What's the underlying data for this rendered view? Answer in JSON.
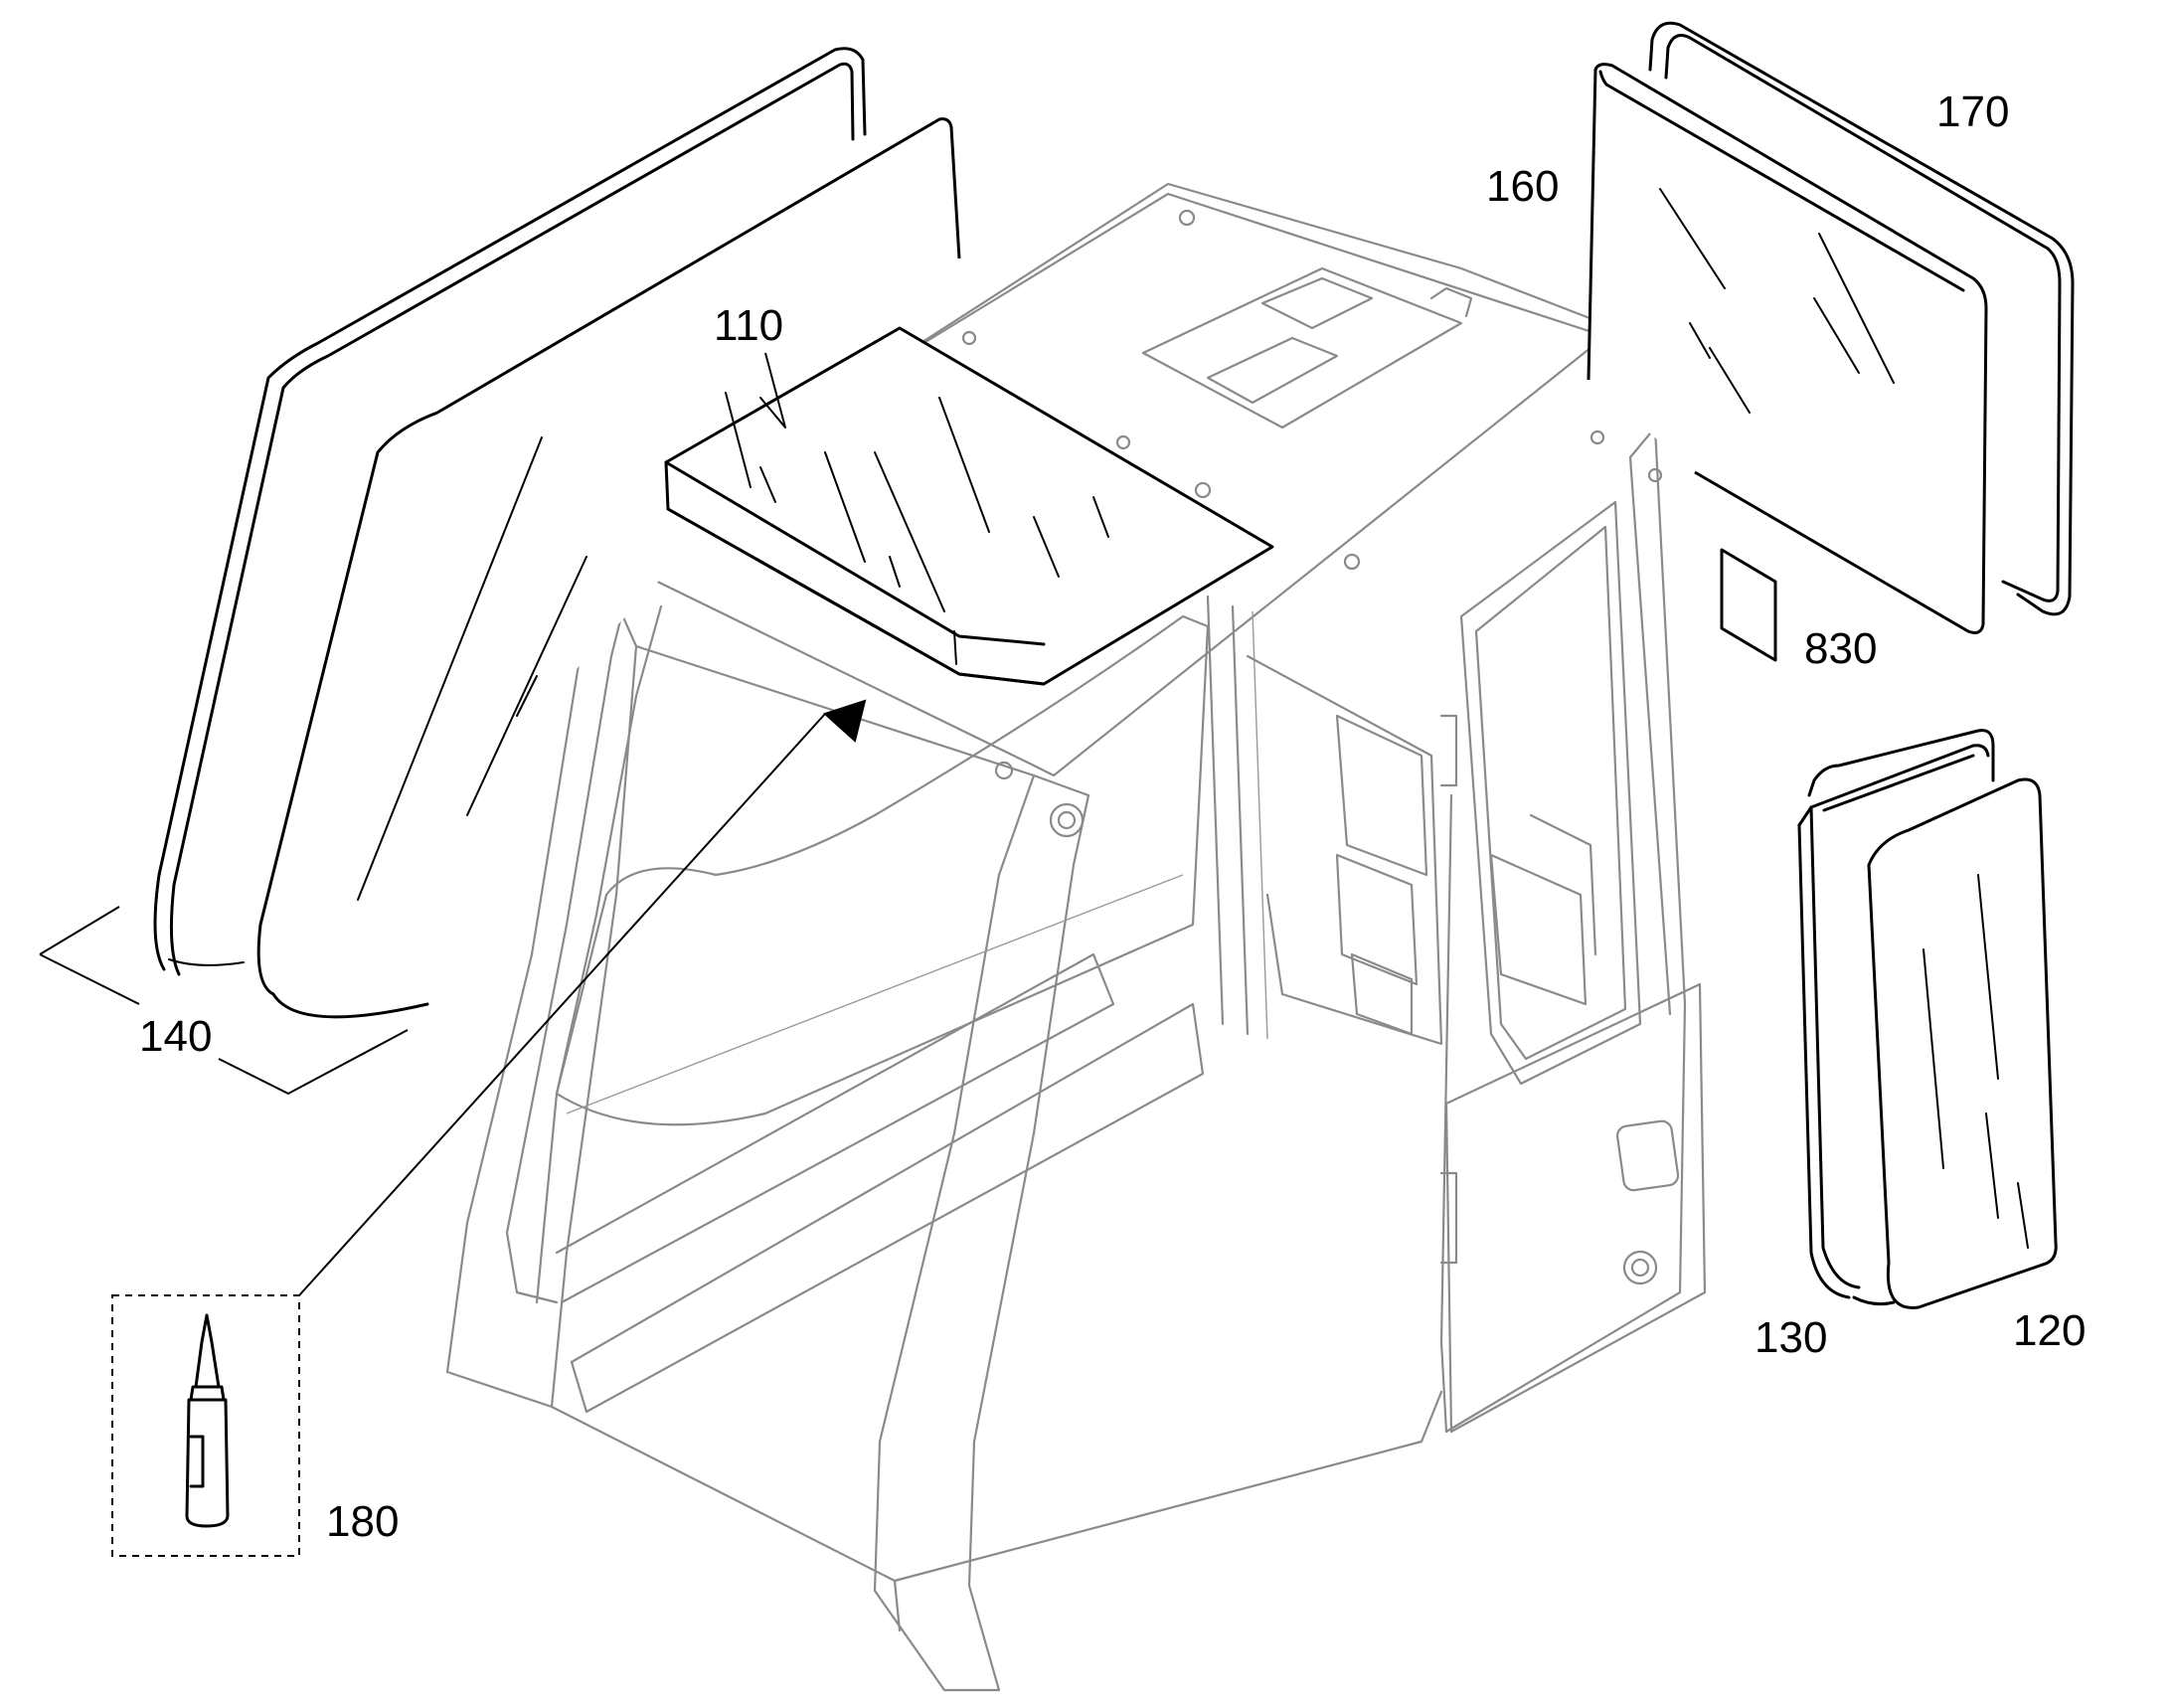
{
  "diagram": {
    "parts": [
      {
        "label": "110",
        "name": "roof-window-glass"
      },
      {
        "label": "120",
        "name": "lower-front-glass"
      },
      {
        "label": "130",
        "name": "lower-front-seal"
      },
      {
        "label": "140",
        "name": "front-window-glass-and-seal"
      },
      {
        "label": "160",
        "name": "rear-window-glass"
      },
      {
        "label": "170",
        "name": "rear-window-seal"
      },
      {
        "label": "180",
        "name": "sealant-tube"
      },
      {
        "label": "830",
        "name": "decal"
      }
    ]
  },
  "colors": {
    "cab_outline": "#8a8a8a",
    "parts_outline": "#000000",
    "background": "#ffffff"
  }
}
